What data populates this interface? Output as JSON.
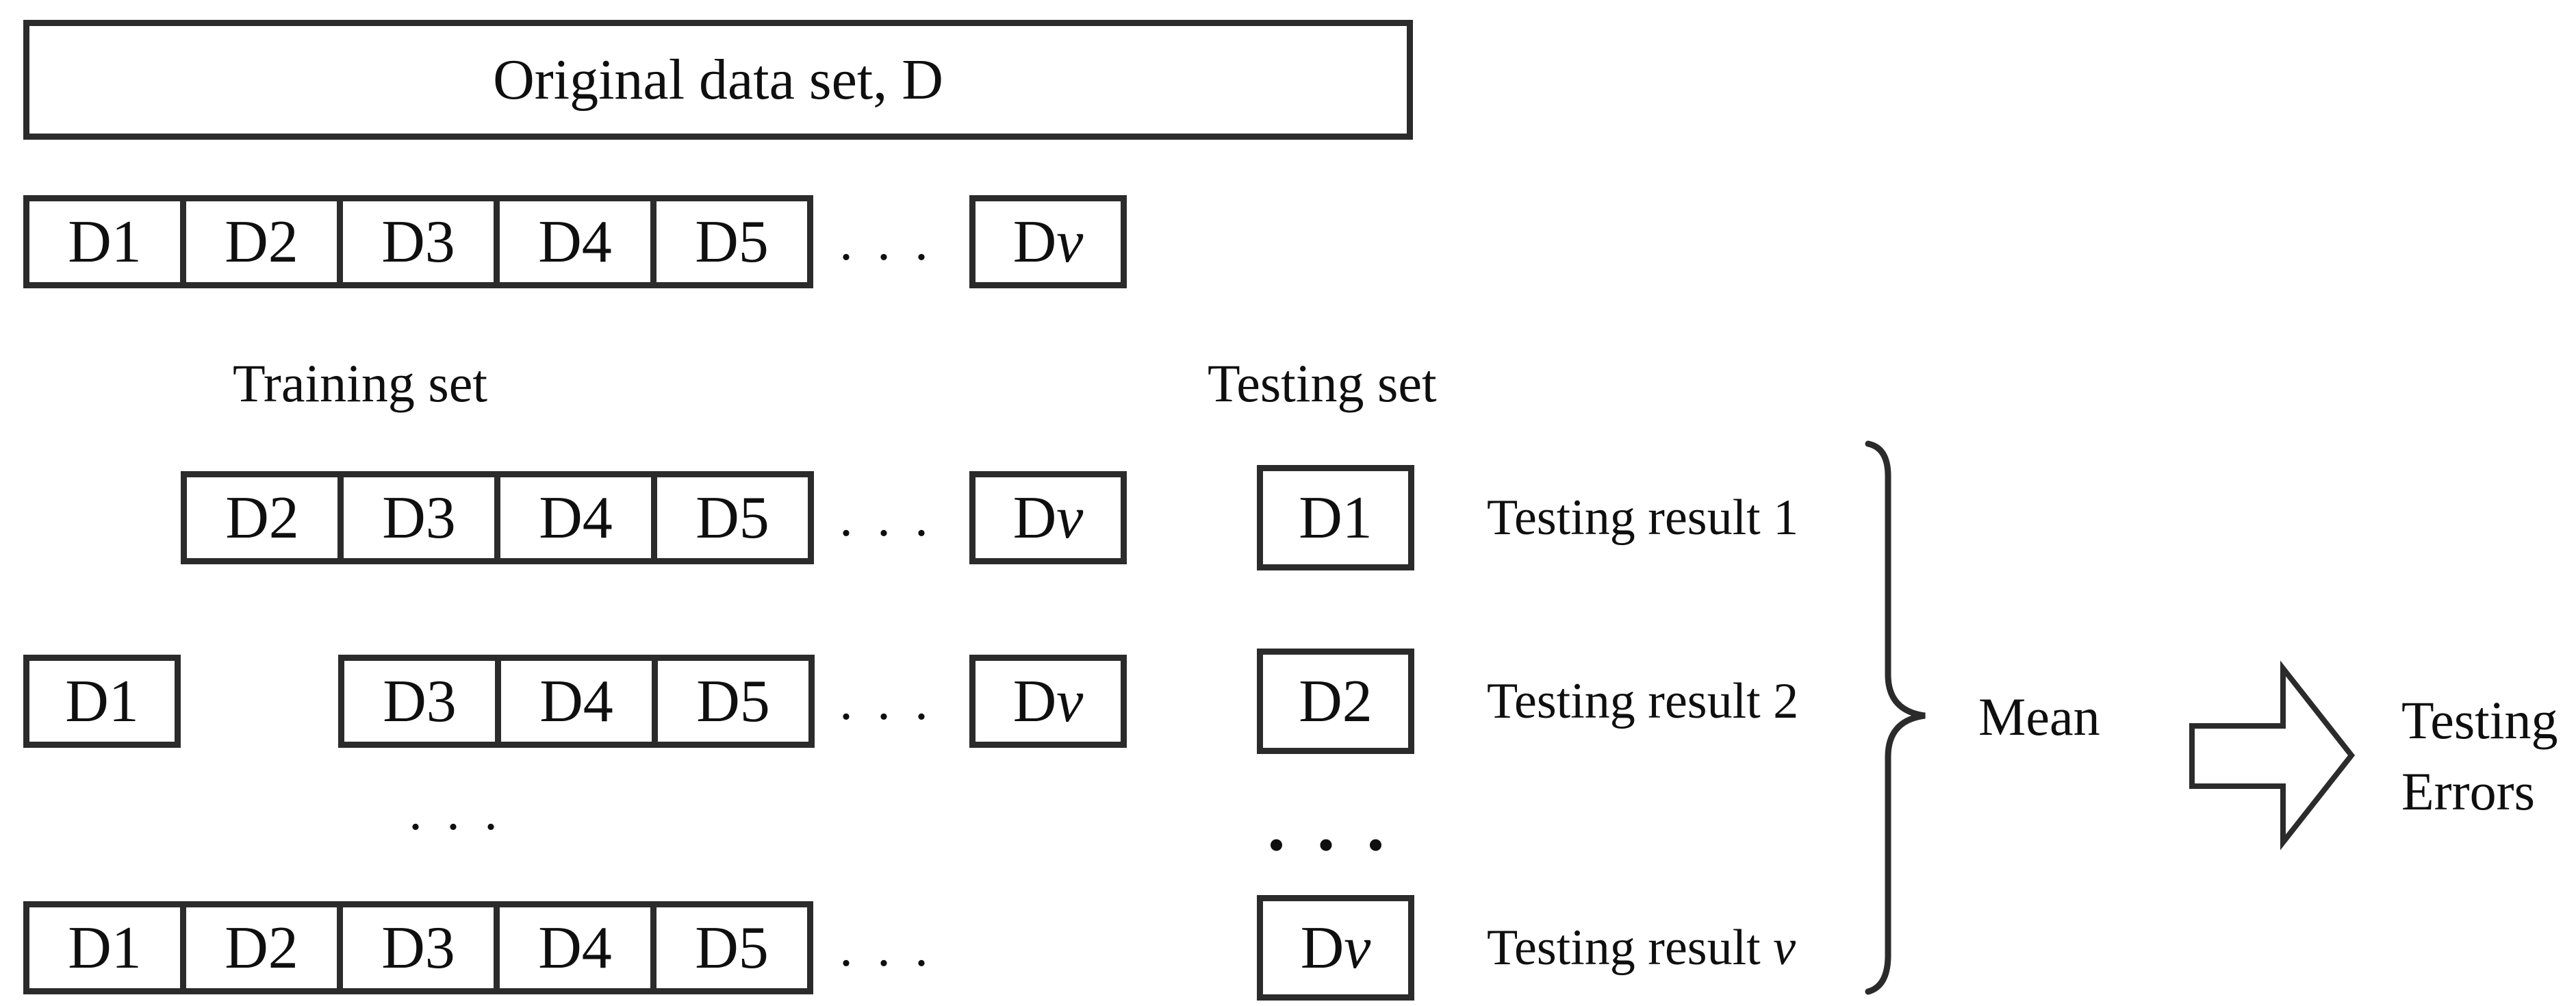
{
  "title_box": {
    "label": "Original data set, D"
  },
  "section_labels": {
    "training": "Training set",
    "testing": "Testing set"
  },
  "d_prefix": "D",
  "var_suffix": "v",
  "dots": ". . .",
  "folds_row": {
    "cells": [
      "D1",
      "D2",
      "D3",
      "D4",
      "D5"
    ]
  },
  "row1": {
    "cells": [
      "D2",
      "D3",
      "D4",
      "D5"
    ],
    "test_label": "D1",
    "result": "Testing result 1"
  },
  "row2": {
    "lead": "D1",
    "cells": [
      "D3",
      "D4",
      "D5"
    ],
    "test_label": "D2",
    "result": "Testing result 2"
  },
  "rowv": {
    "cells": [
      "D1",
      "D2",
      "D3",
      "D4",
      "D5"
    ],
    "result_prefix": "Testing result"
  },
  "aggregate": {
    "mean": "Mean",
    "errors_line1": "Testing",
    "errors_line2": "Errors"
  },
  "colors": {
    "ink": "#2b2b2b",
    "background": "#ffffff"
  }
}
